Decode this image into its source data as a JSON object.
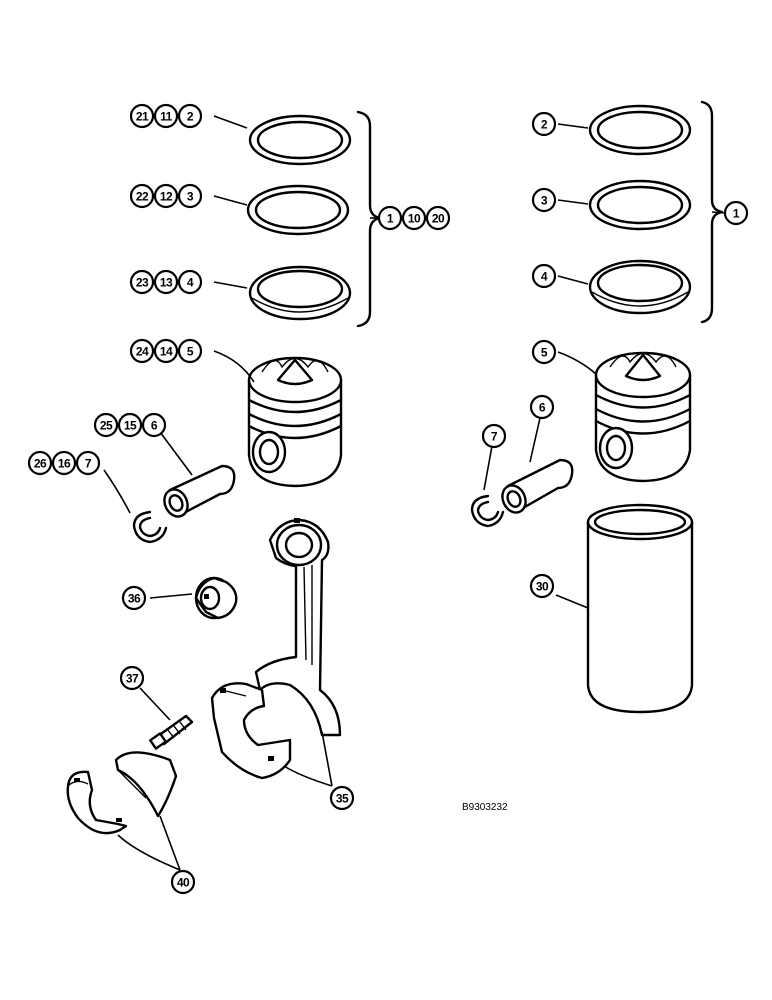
{
  "callouts": {
    "left_ring1": [
      "21",
      "11",
      "2"
    ],
    "left_ring2": [
      "22",
      "12",
      "3"
    ],
    "left_ring3": [
      "23",
      "13",
      "4"
    ],
    "left_ringset": [
      "1",
      "10",
      "20"
    ],
    "left_piston": [
      "24",
      "14",
      "5"
    ],
    "left_pin": [
      "25",
      "15",
      "6"
    ],
    "left_clip": [
      "26",
      "16",
      "7"
    ],
    "bushing": [
      "36"
    ],
    "bolt": [
      "37"
    ],
    "rod": [
      "35"
    ],
    "bearing": [
      "40"
    ],
    "right_ring1": [
      "2"
    ],
    "right_ring2": [
      "3"
    ],
    "right_ring3": [
      "4"
    ],
    "right_ringset": [
      "1"
    ],
    "right_piston": [
      "5"
    ],
    "right_pin": [
      "6"
    ],
    "right_clip": [
      "7"
    ],
    "liner": [
      "30"
    ]
  },
  "reference_code": "B9303232"
}
